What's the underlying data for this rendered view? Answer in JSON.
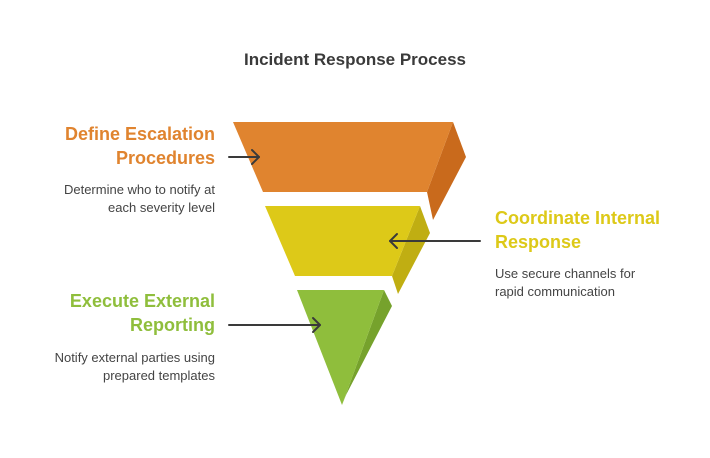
{
  "title": "Incident Response Process",
  "colors": {
    "orange": "#E0842F",
    "orange_side": "#C96A1C",
    "yellow": "#DDC918",
    "yellow_side": "#C0AE12",
    "green": "#8FBE3C",
    "green_side": "#76A22C",
    "text": "#3a3a3a",
    "arrow": "#3a3a3a"
  },
  "stages": [
    {
      "heading_line1": "Define Escalation",
      "heading_line2": "Procedures",
      "desc_line1": "Determine who to notify at",
      "desc_line2": "each severity level",
      "color": "#E0842F"
    },
    {
      "heading_line1": "Coordinate Internal",
      "heading_line2": "Response",
      "desc_line1": "Use secure channels for",
      "desc_line2": "rapid communication",
      "color": "#DDC918"
    },
    {
      "heading_line1": "Execute External",
      "heading_line2": "Reporting",
      "desc_line1": "Notify external parties using",
      "desc_line2": "prepared templates",
      "color": "#8FBE3C"
    }
  ]
}
